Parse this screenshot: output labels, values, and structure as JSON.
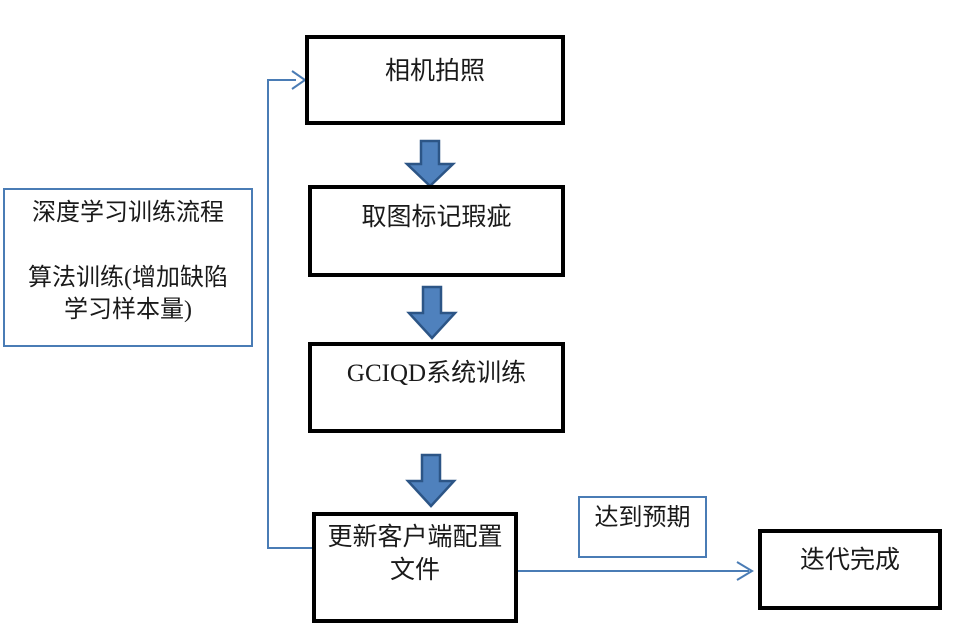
{
  "diagram": {
    "nodes": {
      "camera": "相机拍照",
      "annotate": "取图标记瑕疵",
      "train": "GCIQD系统训练",
      "update_line1": "更新客户端配置",
      "update_line2": "文件",
      "expect_label": "达到预期",
      "done": "迭代完成"
    },
    "left_note": {
      "line1": "深度学习训练流程",
      "line2": "算法训练(增加缺陷",
      "line3": "学习样本量)"
    },
    "edges": [
      {
        "from": "camera",
        "to": "annotate",
        "style": "block-arrow-down"
      },
      {
        "from": "annotate",
        "to": "train",
        "style": "block-arrow-down"
      },
      {
        "from": "train",
        "to": "update",
        "style": "block-arrow-down"
      },
      {
        "from": "update",
        "to": "camera",
        "style": "thin-arrow-feedback-loop"
      },
      {
        "from": "update",
        "to": "done",
        "style": "thin-arrow-right",
        "label": "达到预期"
      }
    ],
    "colors": {
      "line_blue": "#4a7cb5",
      "arrow_fill": "#4f81bd",
      "arrow_stroke": "#2c5586",
      "box_border": "#000000"
    }
  }
}
